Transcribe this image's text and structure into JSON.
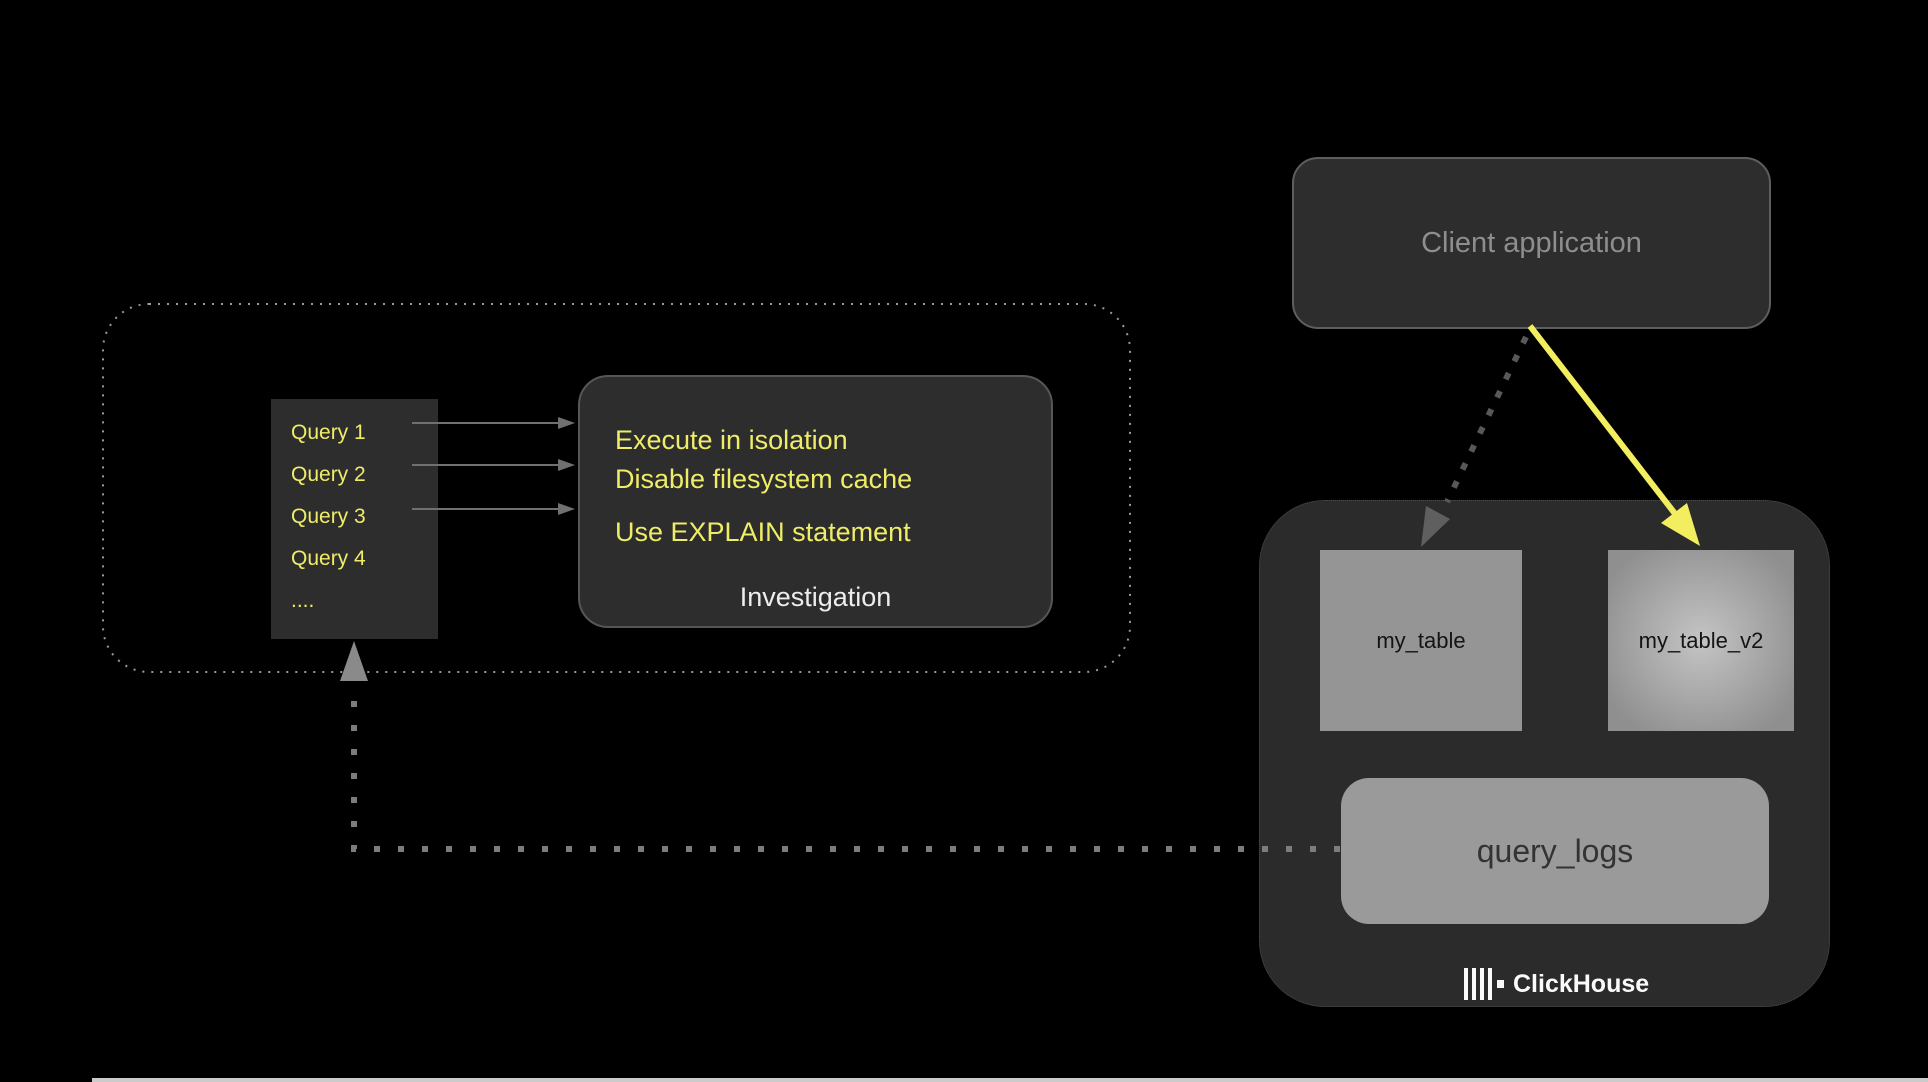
{
  "client_application": {
    "label": "Client application"
  },
  "query_list": {
    "items": [
      "Query 1",
      "Query 2",
      "Query 3",
      "Query 4",
      "...."
    ]
  },
  "investigation": {
    "lines": [
      "Execute in isolation",
      "Disable filesystem cache",
      "Use EXPLAIN statement"
    ],
    "caption": "Investigation"
  },
  "clickhouse": {
    "tables": [
      {
        "label": "my_table"
      },
      {
        "label": "my_table_v2"
      }
    ],
    "query_logs_label": "query_logs",
    "brand_label": "ClickHouse"
  },
  "colors": {
    "background": "#000000",
    "panel_fill": "#2d2d2d",
    "panel_border": "#5e5e5e",
    "accent_yellow": "#efec68",
    "yellow_arrow": "#f2ee5f",
    "muted_text": "#8e8e8e",
    "white_text": "#ededed",
    "table_fill": "#959595",
    "query_logs_fill": "#9a9a9a",
    "connector_gray": "#7d7d7d",
    "container_fill": "#2b2b2b"
  }
}
